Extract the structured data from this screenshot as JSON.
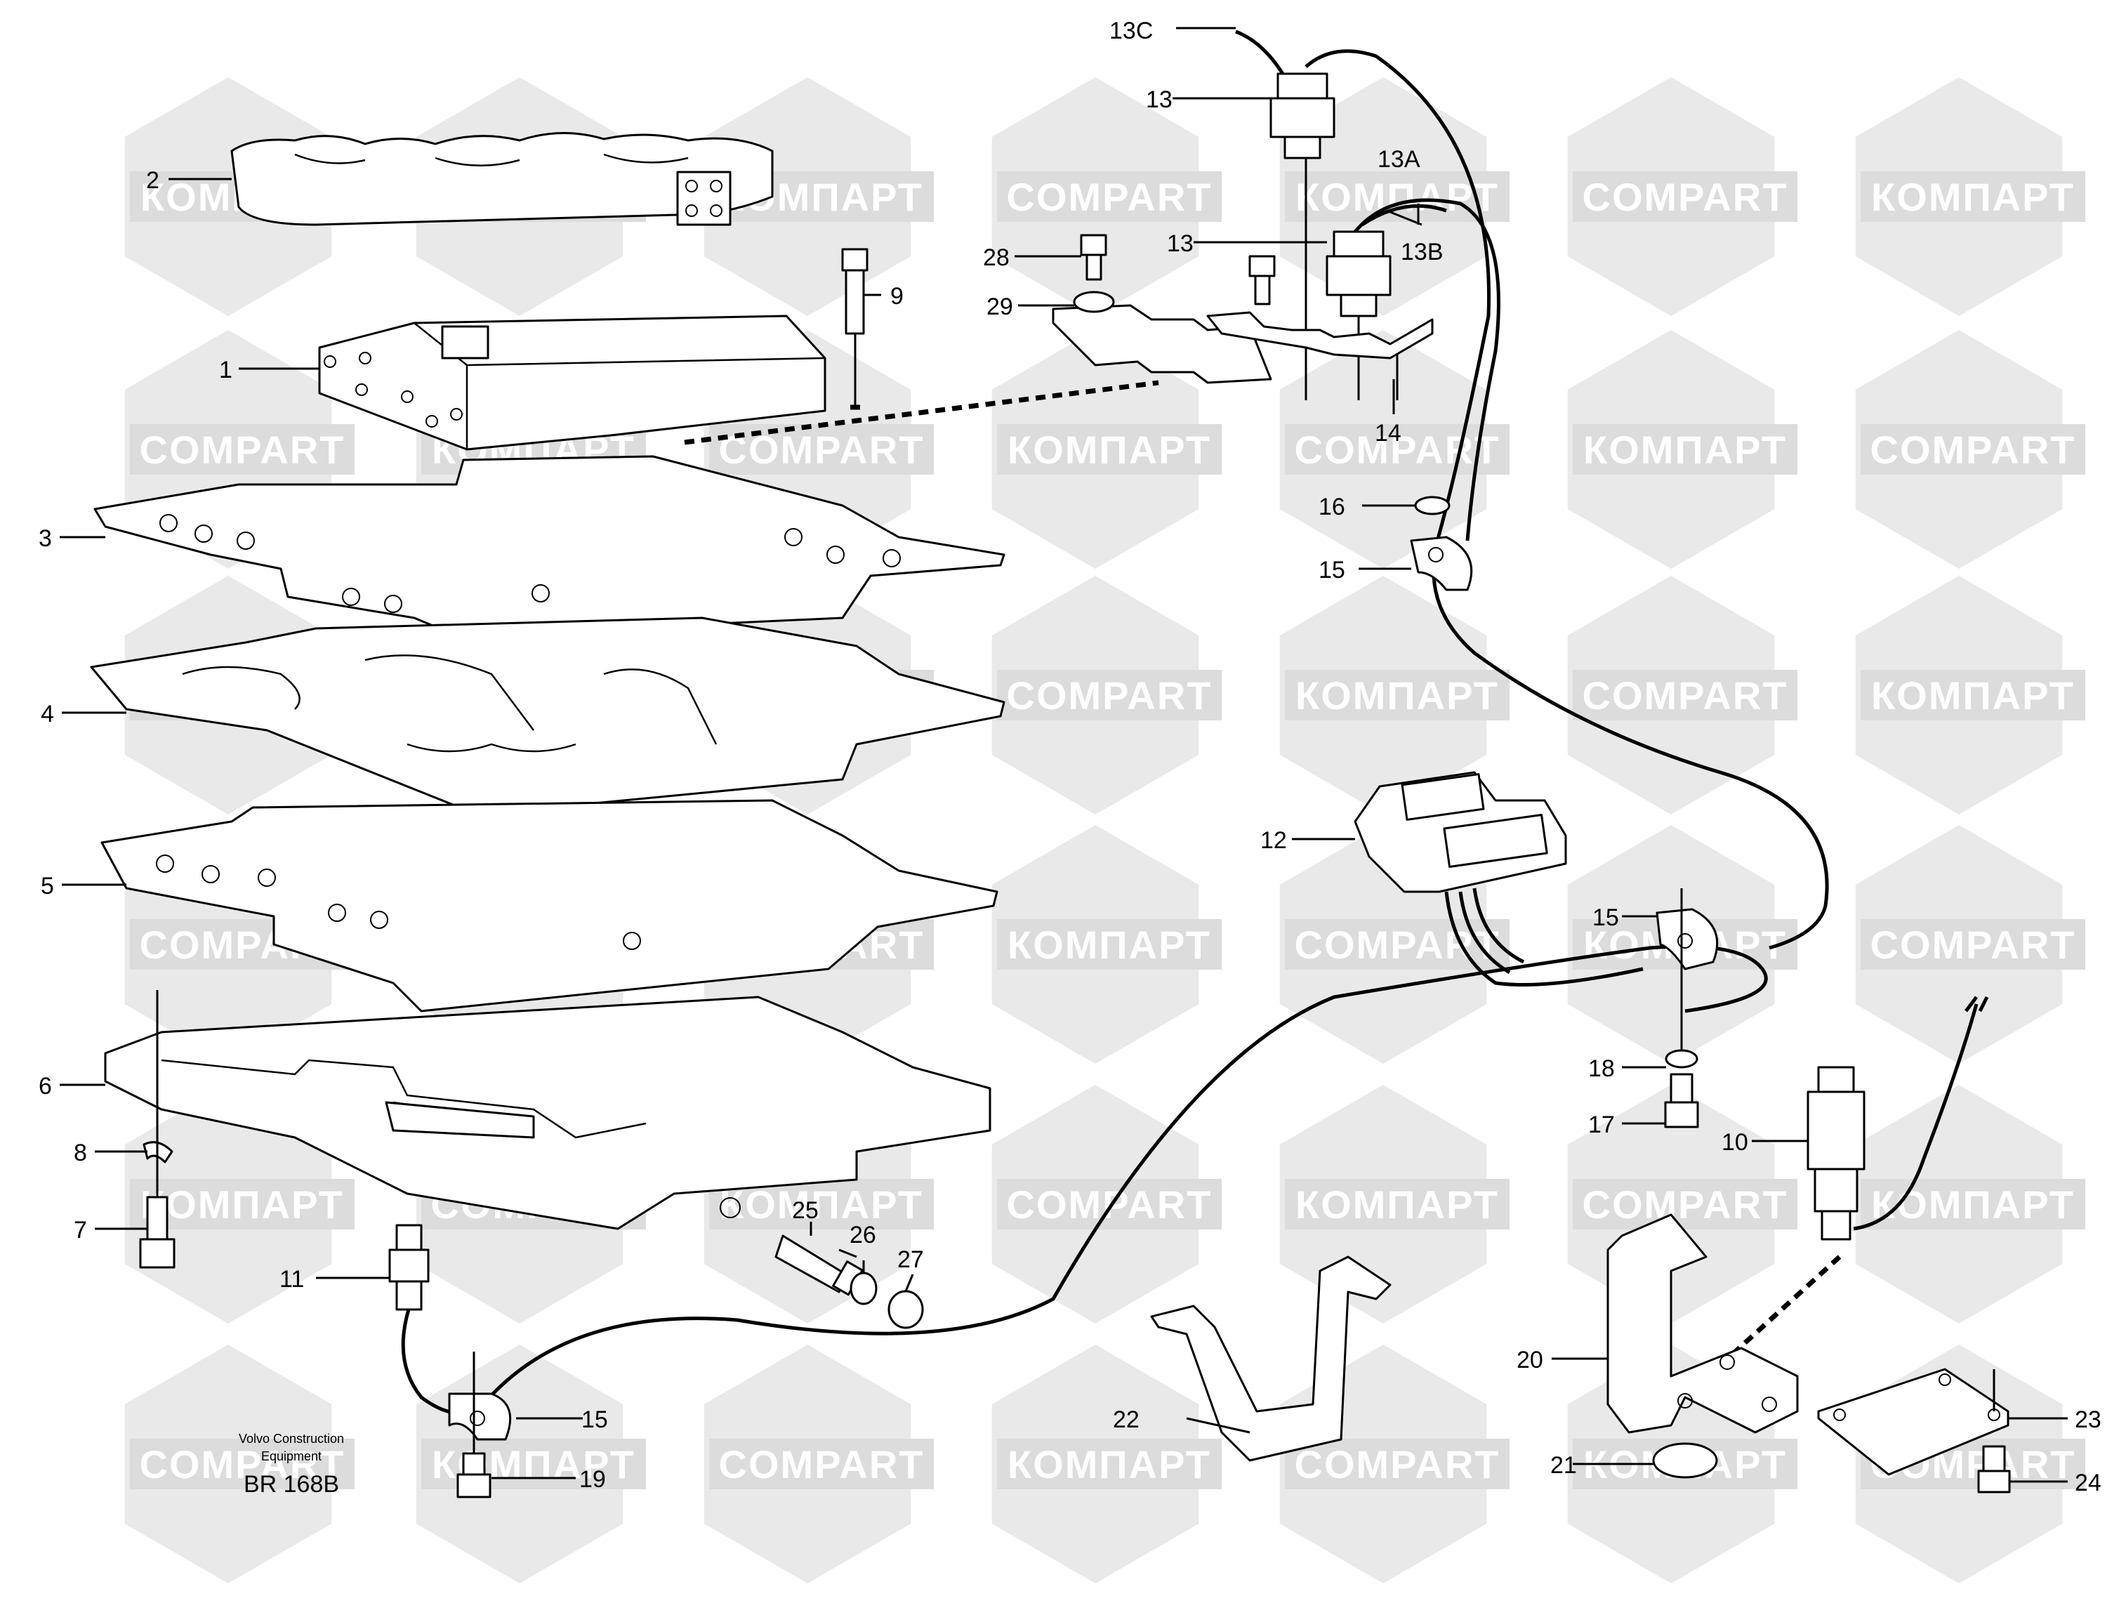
{
  "watermark": {
    "brand_cyrillic": "КОМПАРТ",
    "brand_latin": "COMPART"
  },
  "caption": {
    "line1": "Volvo Construction",
    "line2": "Equipment",
    "code": "BR 168B"
  },
  "callouts": {
    "c1": "1",
    "c2": "2",
    "c3": "3",
    "c4": "4",
    "c5": "5",
    "c6": "6",
    "c7": "7",
    "c8": "8",
    "c9": "9",
    "c10": "10",
    "c11": "11",
    "c12": "12",
    "c13a": "13",
    "c13b": "13",
    "c13A": "13A",
    "c13B": "13B",
    "c13C": "13C",
    "c14": "14",
    "c15a": "15",
    "c15b": "15",
    "c15c": "15",
    "c16": "16",
    "c17": "17",
    "c18": "18",
    "c19": "19",
    "c20": "20",
    "c21": "21",
    "c22": "22",
    "c23": "23",
    "c24": "24",
    "c25": "25",
    "c26": "26",
    "c27": "27",
    "c28": "28",
    "c29": "29"
  },
  "colors": {
    "line": "#000000",
    "background": "#ffffff",
    "watermark_band": "#dcdcdc",
    "watermark_hex": "#e9e9e9"
  }
}
